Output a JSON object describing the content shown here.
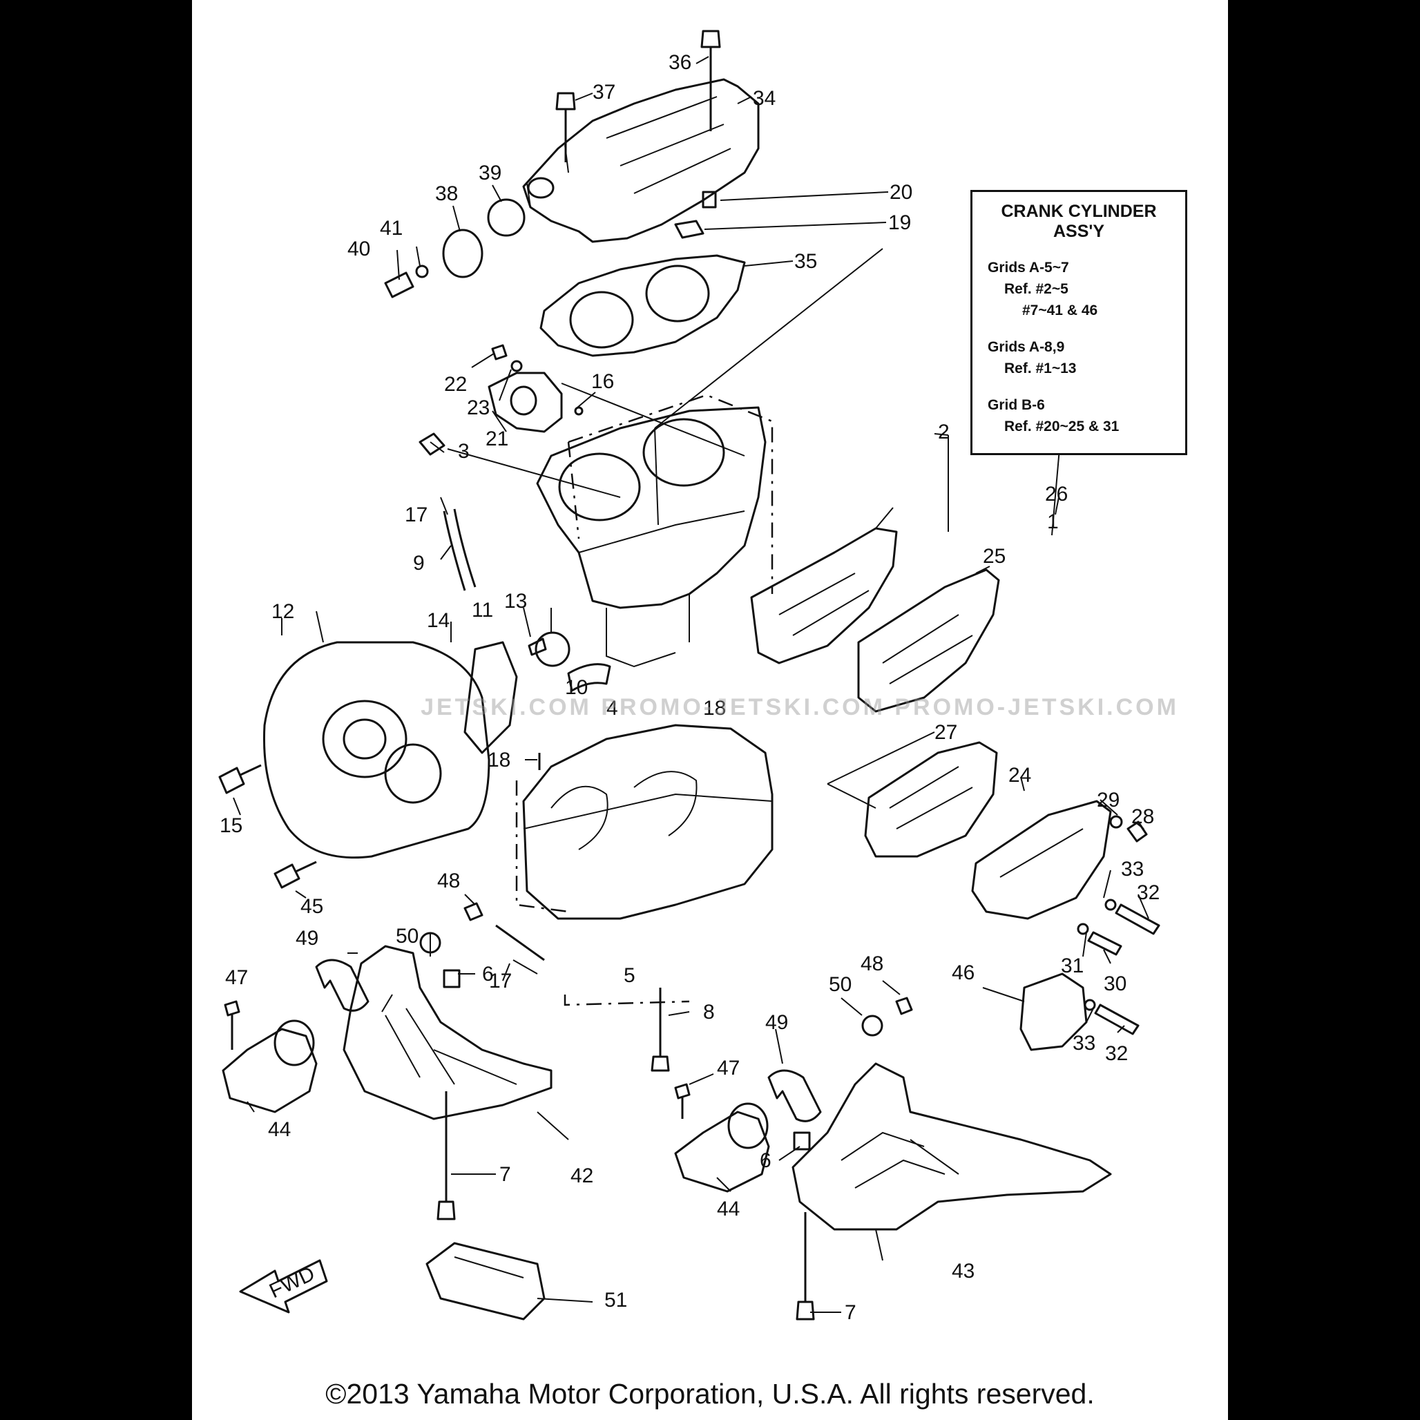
{
  "info_box": {
    "title_line1": "CRANK CYLINDER",
    "title_line2": "ASS'Y",
    "groups": [
      {
        "grid": "Grids A-5~7",
        "ref_line1": "Ref. #2~5",
        "ref_line2": "#7~41 & 46"
      },
      {
        "grid": "Grids A-8,9",
        "ref_line1": "Ref. #1~13",
        "ref_line2": ""
      },
      {
        "grid": "Grid B-6",
        "ref_line1": "Ref. #20~25 & 31",
        "ref_line2": ""
      }
    ]
  },
  "watermark": "JETSKI.COM  PROMO-JETSKI.COM  PROMO-JETSKI.COM",
  "arrow_label": "FWD",
  "copyright": "©2013 Yamaha Motor Corporation, U.S.A. All rights reserved.",
  "callouts": {
    "c36": "36",
    "c37": "37",
    "c34": "34",
    "c39": "39",
    "c38": "38",
    "c40": "40",
    "c41": "41",
    "c20": "20",
    "c19": "19",
    "c35": "35",
    "c22": "22",
    "c23": "23",
    "c21": "21",
    "c16": "16",
    "c2": "2",
    "c3": "3",
    "c17a": "17",
    "c9": "9",
    "c26": "26",
    "c25": "25",
    "c12": "12",
    "c14": "14",
    "c11": "11",
    "c13": "13",
    "c10": "10",
    "c4": "4",
    "c18a": "18",
    "c18b": "18",
    "c27": "27",
    "c15": "15",
    "c24": "24",
    "c29": "29",
    "c28": "28",
    "c45": "45",
    "c48a": "48",
    "c33a": "33",
    "c32a": "32",
    "c50a": "50",
    "c49a": "49",
    "c17b": "17",
    "c5": "5",
    "c6a": "6",
    "c31": "31",
    "c30": "30",
    "c47a": "47",
    "c46": "46",
    "c48b": "48",
    "c50b": "50",
    "c8": "8",
    "c33b": "33",
    "c32b": "32",
    "c49b": "49",
    "c47b": "47",
    "c44a": "44",
    "c42": "42",
    "c7a": "7",
    "c6b": "6",
    "c44b": "44",
    "c43": "43",
    "c51": "51",
    "c7b": "7",
    "c1": "1"
  }
}
